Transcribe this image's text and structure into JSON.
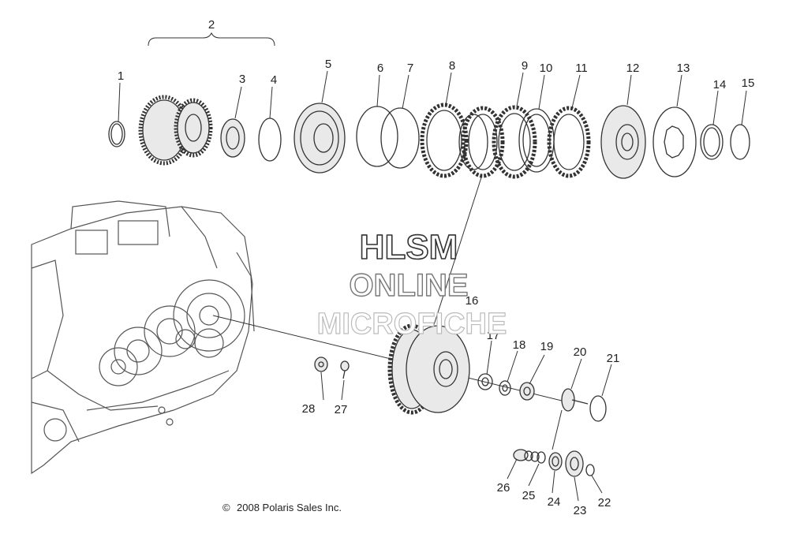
{
  "diagram": {
    "watermark_lines": [
      "HLSM",
      "ONLINE",
      "MICROFICHE"
    ],
    "copyright": "2008 Polaris Sales Inc.",
    "copyright_symbol": "©",
    "callouts": [
      "1",
      "2",
      "3",
      "4",
      "5",
      "6",
      "7",
      "8",
      "9",
      "10",
      "11",
      "12",
      "13",
      "14",
      "15",
      "16",
      "17",
      "18",
      "19",
      "20",
      "21",
      "22",
      "23",
      "24",
      "25",
      "26",
      "27",
      "28"
    ]
  }
}
